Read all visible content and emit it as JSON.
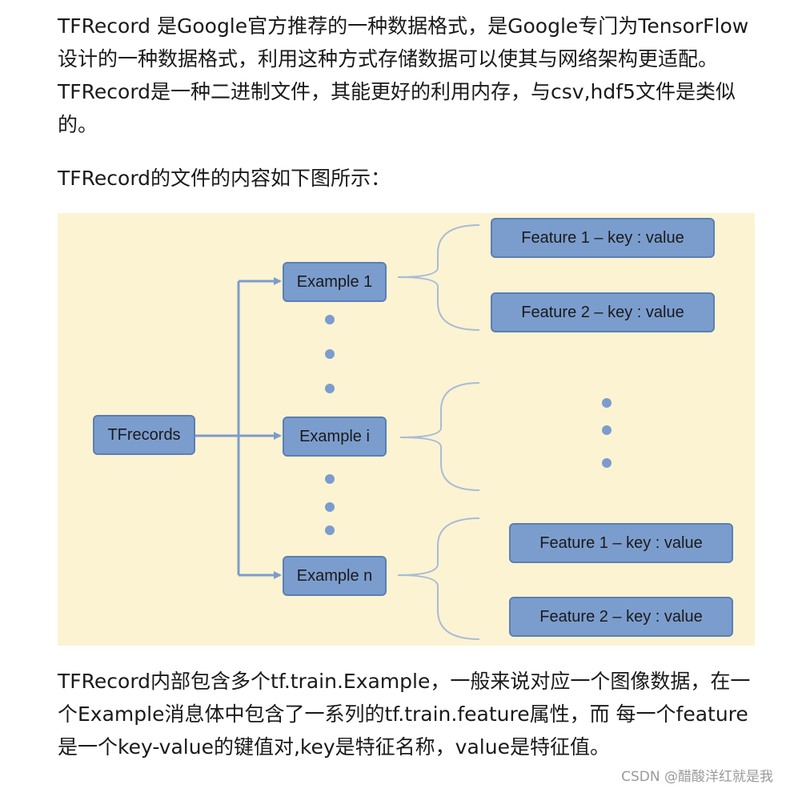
{
  "intro_text": "TFRecord 是Google官方推荐的一种数据格式，是Google专门为TensorFlow设计的一种数据格式，利用这种方式存储数据可以使其与网络架构更适配。TFRecord是一种二进制文件，其能更好的利用内存，与csv,hdf5文件是类似的。",
  "caption_text": "TFRecord的文件的内容如下图所示：",
  "diagram": {
    "root": "TFrecords",
    "example_1": "Example 1",
    "example_i": "Example i",
    "example_n": "Example n",
    "feature_1_top": "Feature 1 – key : value",
    "feature_2_top": "Feature 2 – key : value",
    "feature_1_bottom": "Feature 1 – key : value",
    "feature_2_bottom": "Feature 2 – key : value",
    "colors": {
      "background": "#fcf3d3",
      "node_fill": "#7b9dcd",
      "node_border": "#5a7fb4",
      "arrow": "#7b9dcd",
      "brace": "#a8bcd6"
    }
  },
  "detail_text": "TFRecord内部包含多个tf.train.Example，一般来说对应一个图像数据，在一个Example消息体中包含了一系列的tf.train.feature属性，而 每一个feature是一个key-value的键值对,key是特征名称，value是特征值。",
  "watermark": "CSDN @醋酸洋红就是我"
}
